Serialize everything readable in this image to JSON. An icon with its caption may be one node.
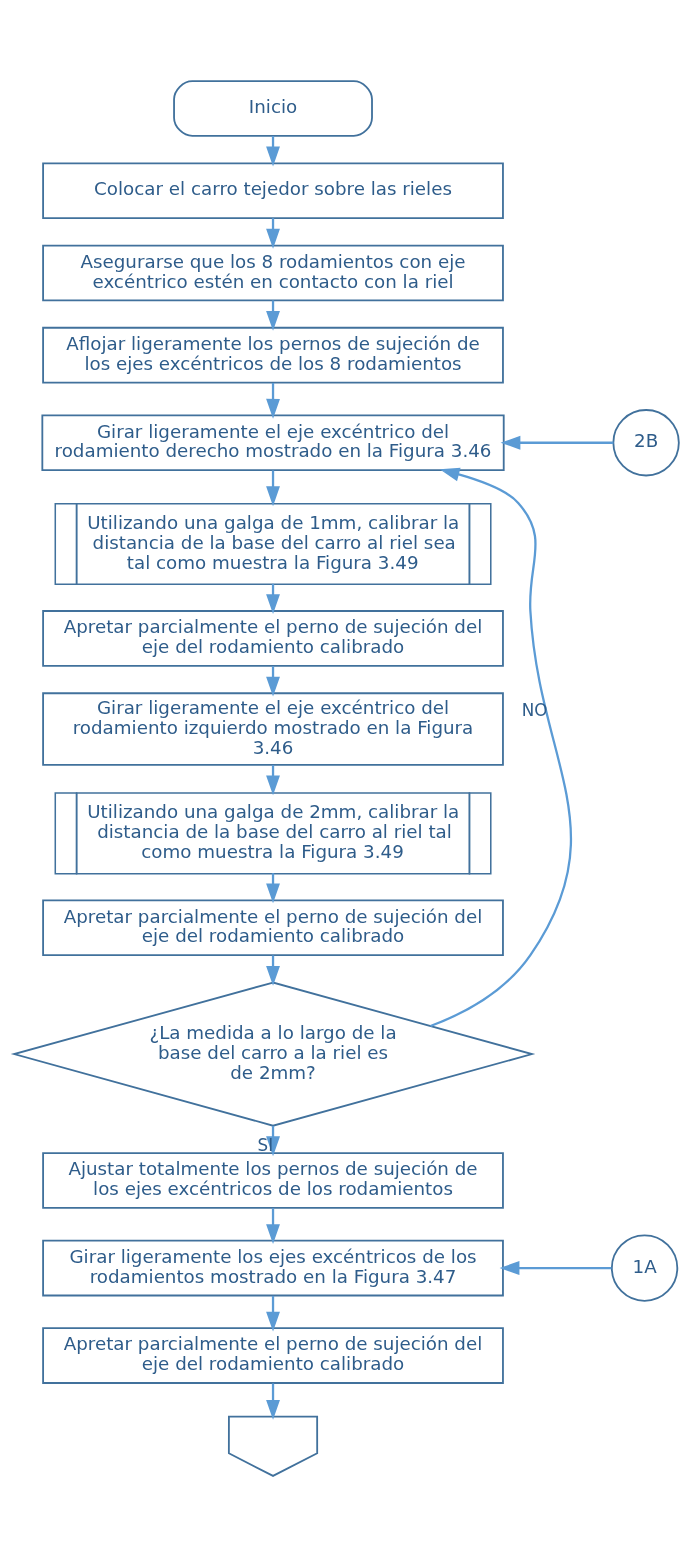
{
  "diagram": {
    "nodes": [
      {
        "text": [
          "Inicio"
        ]
      },
      {
        "text": [
          "Colocar el carro tejedor sobre las rieles"
        ]
      },
      {
        "text": [
          "Asegurarse que los 8 rodamientos con eje excéntrico estén en contacto con la riel"
        ]
      },
      {
        "text": [
          "Aflojar ligeramente los pernos de sujeción de los ejes excéntricos de los 8 rodamientos"
        ]
      },
      {
        "text": [
          "Girar ligeramente el eje excéntrico del rodamiento derecho mostrado en la Figura 3.46"
        ]
      },
      {
        "text": [
          "Utilizando una galga de 1mm, calibrar la distancia de la base del carro al riel sea tal como muestra la Figura 3.49"
        ]
      },
      {
        "text": [
          "Apretar parcialmente el perno de sujeción del eje del rodamiento calibrado"
        ]
      },
      {
        "text": [
          "Girar ligeramente el eje excéntrico del rodamiento izquierdo mostrado en la Figura 3.46"
        ]
      },
      {
        "text": [
          "Utilizando una galga de 2mm, calibrar la distancia de la base del carro al riel tal como muestra la Figura 3.49"
        ]
      },
      {
        "text": [
          "Apretar parcialmente el perno de sujeción del eje del rodamiento calibrado"
        ]
      },
      {
        "text": [
          "¿La medida a lo largo de la base del carro a la riel es de 2mm?"
        ]
      },
      {
        "text": [
          "Ajustar totalmente los pernos de sujeción de los ejes excéntricos de los rodamientos"
        ]
      },
      {
        "text": [
          "Girar ligeramente los ejes excéntricos de los rodamientos mostrado en la Figura 3.47"
        ]
      },
      {
        "text": [
          "Apretar parcialmente el perno de sujeción del eje del rodamiento calibrado"
        ]
      },
      {
        "text": [],
        "shape": "pentagon"
      },
      {
        "text": [
          "2B"
        ]
      },
      {
        "text": [
          "1A"
        ]
      }
    ],
    "edges": [
      {
        "from": 0,
        "to": 1,
        "arrow": "to"
      },
      {
        "from": 1,
        "to": 2,
        "arrow": "to"
      },
      {
        "from": 2,
        "to": 3,
        "arrow": "to"
      },
      {
        "from": 3,
        "to": 4,
        "arrow": "to"
      },
      {
        "from": 4,
        "to": 5,
        "arrow": "to"
      },
      {
        "from": 5,
        "to": 6,
        "arrow": "to"
      },
      {
        "from": 6,
        "to": 7,
        "arrow": "to"
      },
      {
        "from": 7,
        "to": 8,
        "arrow": "to"
      },
      {
        "from": 8,
        "to": 9,
        "arrow": "to"
      },
      {
        "from": 9,
        "to": 10,
        "arrow": "to"
      },
      {
        "from": 10,
        "to": 4,
        "arrow": "to",
        "label": "NO"
      },
      {
        "from": 15,
        "to": 4,
        "arrow": "to"
      },
      {
        "from": 10,
        "to": 11,
        "arrow": "to",
        "label": "SI"
      },
      {
        "from": 11,
        "to": 12,
        "arrow": "to"
      },
      {
        "from": 16,
        "to": 12,
        "arrow": "to"
      },
      {
        "from": 12,
        "to": 13,
        "arrow": "to"
      },
      {
        "from": 13,
        "to": 14,
        "arrow": "to"
      }
    ]
  }
}
